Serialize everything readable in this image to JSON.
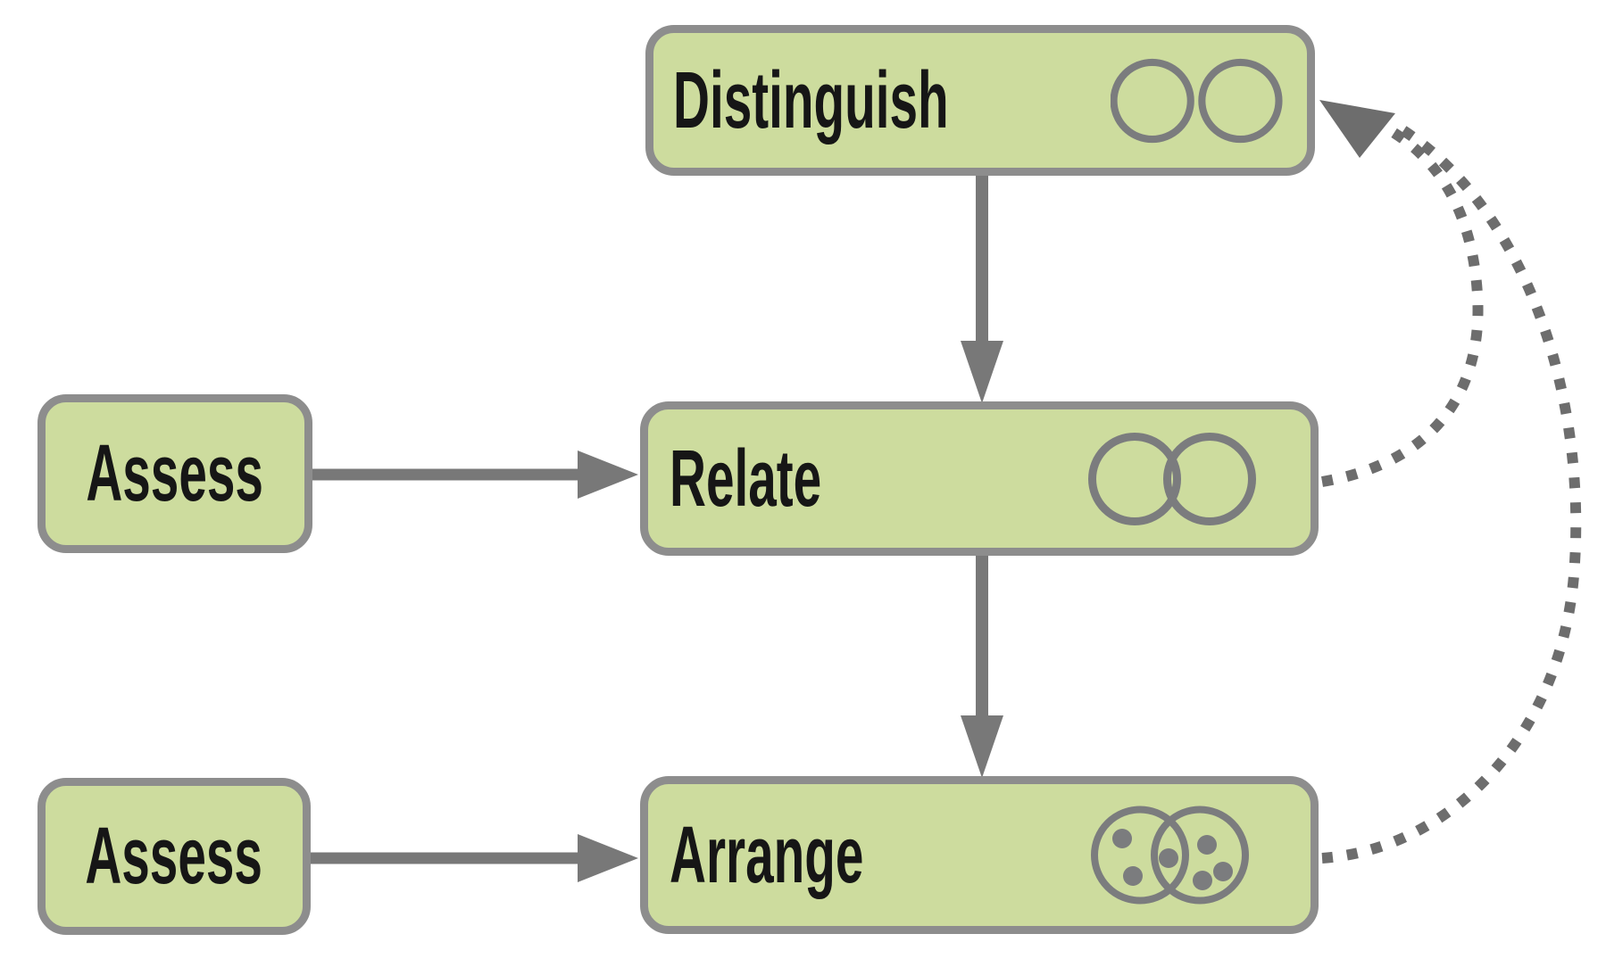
{
  "diagram": {
    "title": "Distinguish-Relate-Arrange process flowchart",
    "colors": {
      "background": "#ffffff",
      "node_fill": "#cddc9e",
      "node_border": "#8d8d8d",
      "solid_arrow": "#787878",
      "dotted_arrow": "#6d6d6d",
      "icon_stroke": "#7b7c7e",
      "text": "#161616"
    },
    "nodes": [
      {
        "id": "distinguish",
        "label": "Distinguish",
        "icon": "two-separate-circles"
      },
      {
        "id": "relate",
        "label": "Relate",
        "icon": "two-overlapping-circles"
      },
      {
        "id": "arrange",
        "label": "Arrange",
        "icon": "two-overlapping-circles-with-dots"
      },
      {
        "id": "assess-top",
        "label": "Assess",
        "icon": null
      },
      {
        "id": "assess-bottom",
        "label": "Assess",
        "icon": null
      }
    ],
    "edges": [
      {
        "from": "assess-top",
        "to": "relate",
        "style": "solid"
      },
      {
        "from": "assess-bottom",
        "to": "arrange",
        "style": "solid"
      },
      {
        "from": "distinguish",
        "to": "relate",
        "style": "solid"
      },
      {
        "from": "relate",
        "to": "arrange",
        "style": "solid"
      },
      {
        "from": "relate",
        "to": "distinguish",
        "style": "dotted"
      },
      {
        "from": "arrange",
        "to": "distinguish",
        "style": "dotted"
      }
    ]
  }
}
